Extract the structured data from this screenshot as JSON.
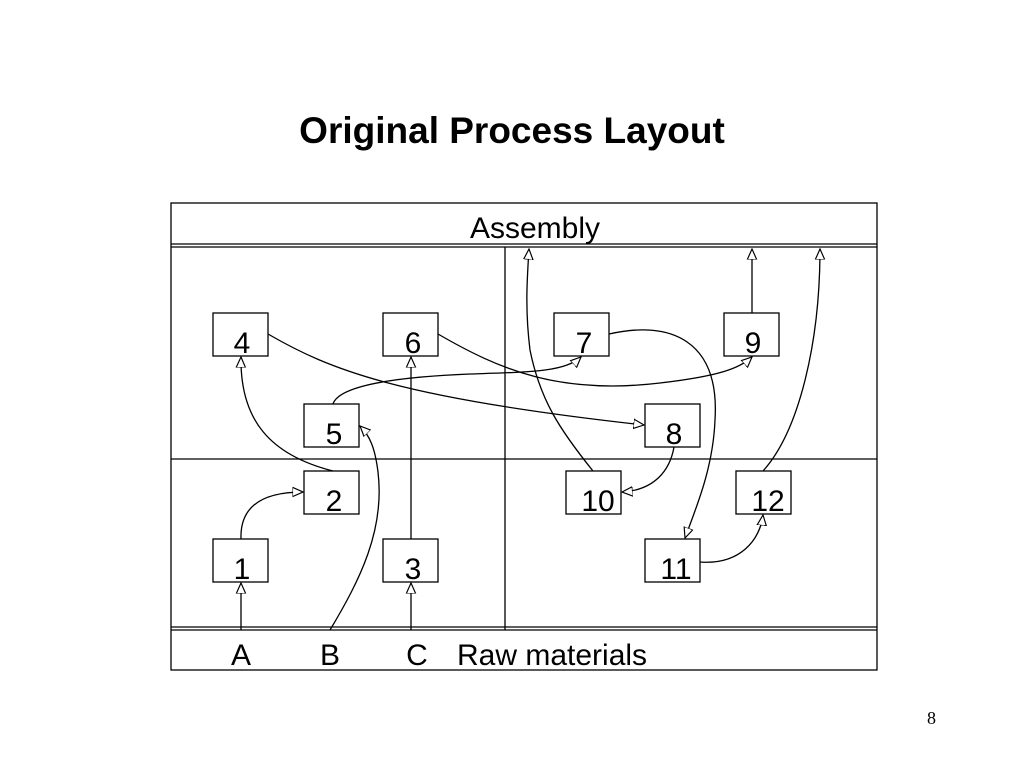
{
  "title": "Original Process Layout",
  "page_number": "8",
  "diagram": {
    "top_label": "Assembly",
    "bottom_labels": {
      "a": "A",
      "b": "B",
      "c": "C",
      "raw": "Raw materials"
    },
    "boxes": [
      "1",
      "2",
      "3",
      "4",
      "5",
      "6",
      "7",
      "8",
      "9",
      "10",
      "11",
      "12"
    ],
    "flows": [
      "A -> 1",
      "1 -> 2",
      "2 -> 4",
      "4 -> 8",
      "B -> 5",
      "5 -> 7",
      "C -> 3",
      "3 -> 6",
      "6 -> 9",
      "9 -> Assembly",
      "7 -> 11",
      "11 -> 12",
      "12 -> Assembly",
      "8 -> 10",
      "10 -> Assembly"
    ],
    "colors": {
      "line": "#000000",
      "background": "#ffffff"
    }
  }
}
